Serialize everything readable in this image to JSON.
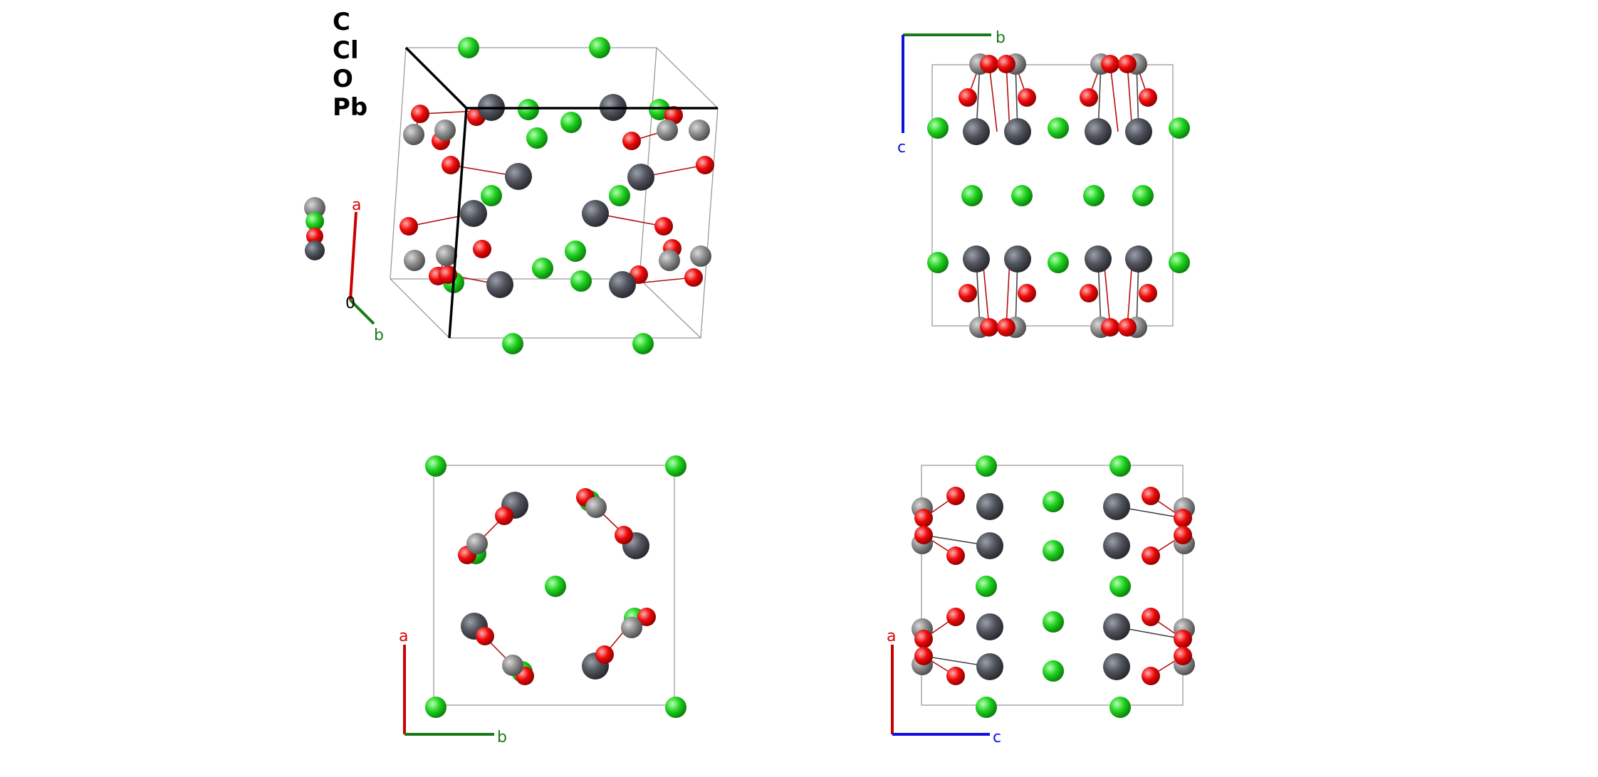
{
  "legend": {
    "items": [
      "C",
      "Cl",
      "O",
      "Pb"
    ]
  },
  "element_colors": {
    "C": "#8c8c8c",
    "Cl": "#1fd11f",
    "O": "#ee0a0a",
    "Pb": "#50535c"
  },
  "axis_colors": {
    "a": "#e00000",
    "b": "#1a7a1a",
    "c": "#1010e0",
    "origin": "#000000"
  },
  "views": {
    "perspective": {
      "axes": {
        "a": "a",
        "b": "b",
        "origin": "0"
      }
    },
    "view_bc": {
      "axes": {
        "b": "b",
        "c": "c"
      }
    },
    "view_ab": {
      "axes": {
        "a": "a",
        "b": "b"
      }
    },
    "view_ac": {
      "axes": {
        "a": "a",
        "c": "c"
      }
    }
  }
}
